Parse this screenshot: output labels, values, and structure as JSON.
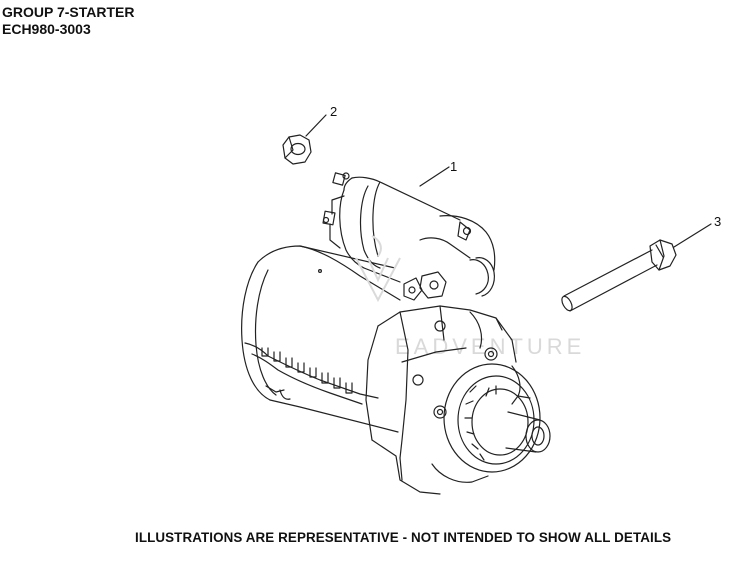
{
  "header": {
    "group_title": "GROUP 7-STARTER",
    "model_code": "ECH980-3003"
  },
  "callouts": [
    {
      "label": "1"
    },
    {
      "label": "2"
    },
    {
      "label": "3"
    }
  ],
  "watermark": {
    "text": "EADVENTURE"
  },
  "footer": {
    "disclaimer": "ILLUSTRATIONS ARE REPRESENTATIVE - NOT INTENDED TO SHOW ALL DETAILS"
  },
  "colors": {
    "line": "#222222",
    "watermark": "#d9d9d9"
  }
}
